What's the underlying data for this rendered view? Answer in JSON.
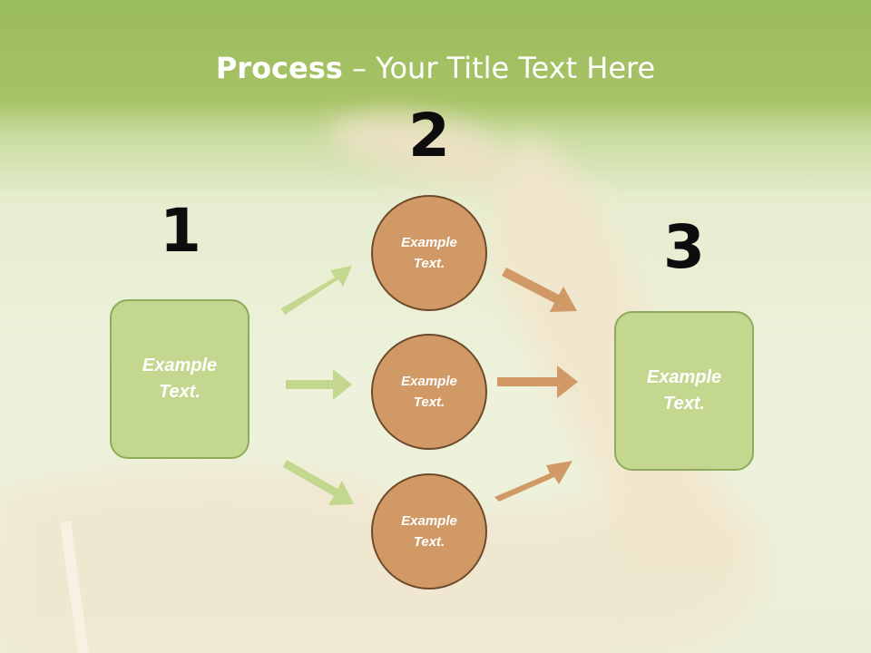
{
  "slide": {
    "title_bold": "Process",
    "title_rest": " – Your Title Text Here",
    "steps": [
      {
        "number": "1",
        "label": "Example\nText."
      },
      {
        "number": "2",
        "label": "Example\nText."
      },
      {
        "number": "3",
        "label": "Example\nText."
      }
    ],
    "circles": [
      {
        "label": "Example\nText."
      },
      {
        "label": "Example\nText."
      },
      {
        "label": "Example\nText."
      }
    ]
  },
  "colors": {
    "header_green": "#a6c365",
    "box_fill": "#c3d78f",
    "box_border": "#8eab5c",
    "circle_fill": "#d09965",
    "circle_border": "#6e4a2a",
    "arrow_green": "#c3d78f",
    "arrow_brown": "#d09965"
  }
}
